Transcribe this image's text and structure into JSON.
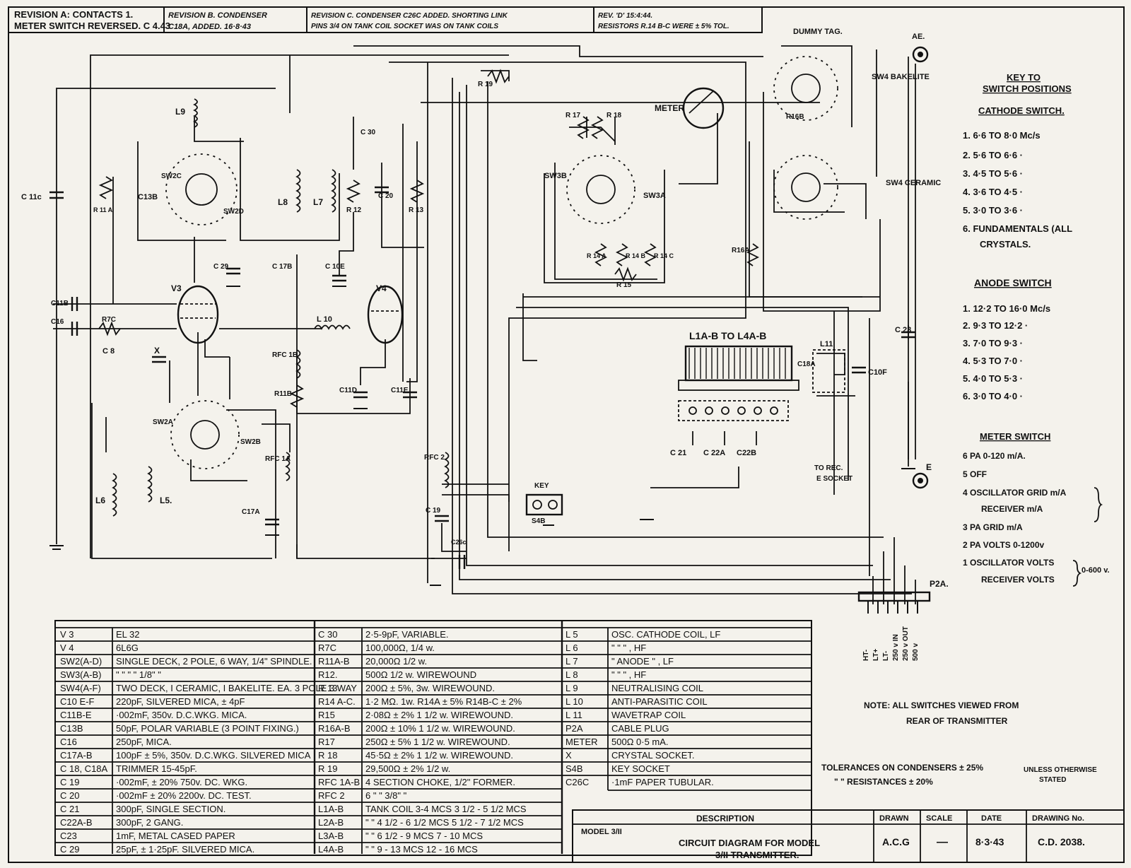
{
  "revisions": [
    {
      "lines": [
        "REVISION A: CONTACTS 1.",
        "METER SWITCH REVERSED. C 4.43"
      ]
    },
    {
      "lines": [
        "REVISION B. CONDENSER",
        "C18A, ADDED.   16·8·43"
      ]
    },
    {
      "lines": [
        "REVISION C. CONDENSER C26C ADDED. SHORTING LINK",
        "PINS 3/4 ON TANK COIL SOCKET WAS ON TANK COILS"
      ]
    },
    {
      "lines": [
        "REV. 'D'          15:4:44.",
        "RESISTORS R.14 B-C WERE ± 5% TOL."
      ]
    }
  ],
  "component_labels": {
    "dummy_tag": "DUMMY TAG.",
    "sw4_bakelite": "SW4 BAKELITE",
    "sw4_ceramic": "SW4 CERAMIC",
    "meter": "METER",
    "r16b": "R16B",
    "r16a": "R16A",
    "r17": "R 17",
    "r18": "R 18",
    "r19": "R 19",
    "r15": "R 15",
    "r14a": "R 14 A",
    "r14b": "R 14 B",
    "r14c": "R 14 C",
    "sw3b": "SW3B",
    "sw3a": "SW3A",
    "c30": "C 30",
    "c20": "C 20",
    "r12": "R 12",
    "r13": "R 13",
    "l9": "L9",
    "l8": "L8",
    "l7": "L7",
    "sw2c": "SW2C",
    "sw2d": "SW2D",
    "c13b": "C13B",
    "r11a": "R 11 A",
    "c11c": "C 11c",
    "c29": "C 29",
    "c17b": "C 17B",
    "c10e": "C 10E",
    "v3": "V3",
    "v4": "V4",
    "c11b": "C11B",
    "c16": "C16",
    "r7c": "R7C",
    "l10": "L 10",
    "c8": "C 8",
    "x": "X",
    "rfc1b": "RFC 1B",
    "r11b": "R11B",
    "c11d": "C11D",
    "c11e": "C11E",
    "sw2a": "SW2A",
    "sw2b": "SW2B",
    "rfc1a": "RFC 1A",
    "l6": "L6",
    "l5": "L5.",
    "c17a": "C17A",
    "rfc2": "RFC 2",
    "c19": "C 19",
    "c26c": "C26c",
    "key": "KEY",
    "s4b": "S4B",
    "tank_coils": "L1A-B TO L4A-B",
    "l11": "L11",
    "c18a": "C18A",
    "c10f": "C10F",
    "c21": "C 21",
    "c22a": "C 22A",
    "c22b": "C22B",
    "to_rec": "TO REC.",
    "e_socket": "E SOCKET",
    "c23": "C 23",
    "ae": "AE.",
    "e": "E",
    "p2a": "P2A.",
    "p2a_pins": [
      "HT-",
      "LT+",
      "LT-",
      "250 v IN",
      "250 v OUT",
      "500 v"
    ]
  },
  "key_to_switch": {
    "title": [
      "KEY TO",
      "SWITCH POSITIONS"
    ],
    "cathode_title": "CATHODE SWITCH.",
    "cathode": [
      "1. 6·6 TO 8·0 Mc/s",
      "2. 5·6 TO 6·6  ·",
      "3. 4·5 TO 5·6  ·",
      "4. 3·6 TO 4·5  ·",
      "5. 3·0 TO 3·6  ·",
      "6. FUNDAMENTALS (ALL",
      "CRYSTALS."
    ],
    "anode_title": "ANODE SWITCH",
    "anode": [
      "1. 12·2 TO 16·0 Mc/s",
      "2. 9·3 TO 12·2  ·",
      "3. 7·0 TO 9·3  ·",
      "4. 5·3 TO 7·0  ·",
      "5. 4·0 TO 5·3  ·",
      "6. 3·0 TO 4·0  ·"
    ],
    "meter_title": "METER SWITCH",
    "meter": [
      "6 PA 0-120 m/A.",
      "5 OFF",
      "4 OSCILLATOR GRID m/A",
      "RECEIVER m/A",
      "3 PA GRID m/A",
      "2 PA VOLTS 0-1200v",
      "1 OSCILLATOR VOLTS",
      "RECEIVER VOLTS"
    ],
    "meter_range": "0-600 v."
  },
  "notes": {
    "switches": [
      "NOTE: ALL SWITCHES VIEWED FROM",
      "REAR OF TRANSMITTER"
    ],
    "tolerance_condensers": "TOLERANCES ON CONDENSERS ± 25%",
    "tolerance_resistances": "\"   \" RESISTANCES ± 20%",
    "unless": [
      "UNLESS OTHERWISE",
      "STATED"
    ]
  },
  "parts_table": {
    "col1": [
      [
        "V 3",
        "EL 32"
      ],
      [
        "V 4",
        "6L6G"
      ],
      [
        "SW2(A-D)",
        "SINGLE DECK, 2 POLE, 6 WAY, 1/4\" SPINDLE."
      ],
      [
        "SW3(A-B)",
        "\"   \"   \"   \"   1/8\"  \""
      ],
      [
        "SW4(A-F)",
        "TWO DECK, I CERAMIC, I BAKELITE. EA. 3 POLE 3 WAY"
      ],
      [
        "C10 E-F",
        "220pF, SILVERED MICA, ± 4pF"
      ],
      [
        "C11B-E",
        "·002mF, 350v. D.C.WKG. MICA."
      ],
      [
        "C13B",
        "50pF, POLAR VARIABLE (3 POINT FIXING.)"
      ],
      [
        "C16",
        "250pF, MICA."
      ],
      [
        "C17A-B",
        "100pF ± 5%, 350v. D.C.WKG. SILVERED MICA"
      ],
      [
        "C 18, C18A",
        "TRIMMER 15-45pF."
      ],
      [
        "C 19",
        "·002mF, ± 20% 750v. DC. WKG."
      ],
      [
        "C 20",
        "·002mF ± 20% 2200v. DC. TEST."
      ],
      [
        "C 21",
        "300pF, SINGLE SECTION."
      ],
      [
        "C22A-B",
        "300pF, 2 GANG."
      ],
      [
        "C23",
        "1mF, METAL CASED PAPER"
      ],
      [
        "C 29",
        "25pF, ± 1·25pF. SILVERED MICA."
      ]
    ],
    "col2": [
      [
        "C 30",
        "2·5-9pF, VARIABLE."
      ],
      [
        "R7C",
        "100,000Ω, 1/4 w."
      ],
      [
        "R11A-B",
        "20,000Ω  1/2 w."
      ],
      [
        "R12.",
        "500Ω 1/2 w. WIREWOUND"
      ],
      [
        "R 13",
        "200Ω ± 5%, 3w. WIREWOUND."
      ],
      [
        "R14 A-C.",
        "1·2 MΩ. 1w. R14A ± 5% R14B-C ± 2%"
      ],
      [
        "R15",
        "2·08Ω ± 2% 1 1/2 w. WIREWOUND."
      ],
      [
        "R16A-B",
        "200Ω ± 10% 1 1/2 w. WIREWOUND."
      ],
      [
        "R17",
        "250Ω ± 5% 1 1/2 w. WIREWOUND."
      ],
      [
        "R 18",
        "45·5Ω ± 2% 1 1/2 w. WIREWOUND."
      ],
      [
        "R 19",
        "29,500Ω ± 2% 1/2 w."
      ],
      [
        "RFC 1A-B",
        "4 SECTION CHOKE, 1/2\" FORMER."
      ],
      [
        "RFC 2",
        "6  \"  \"  3/8\"  \""
      ],
      [
        "L1A-B",
        "TANK COIL 3-4 MCS  3 1/2 - 5 1/2 MCS"
      ],
      [
        "L2A-B",
        "\"  \"  4 1/2 - 6 1/2 MCS  5 1/2 - 7 1/2 MCS"
      ],
      [
        "L3A-B",
        "\"  \"  6 1/2 - 9 MCS  7 - 10 MCS"
      ],
      [
        "L4A-B",
        "\"  \"  9 - 13 MCS  12 - 16 MCS"
      ]
    ],
    "col3": [
      [
        "L 5",
        "OSC. CATHODE COIL, LF"
      ],
      [
        "L 6",
        "\"   \"   \" , HF"
      ],
      [
        "L 7",
        "\"  ANODE  \" , LF"
      ],
      [
        "L 8",
        "\"   \"   \" , HF"
      ],
      [
        "L 9",
        "NEUTRALISING COIL"
      ],
      [
        "L 10",
        "ANTI-PARASITIC COIL"
      ],
      [
        "L 11",
        "WAVETRAP COIL"
      ],
      [
        "P2A",
        "CABLE PLUG"
      ],
      [
        "METER",
        "500Ω 0·5 mA."
      ],
      [
        "X",
        "CRYSTAL SOCKET."
      ],
      [
        "S4B",
        "KEY SOCKET"
      ],
      [
        "C26C",
        "·1mF PAPER TUBULAR."
      ]
    ]
  },
  "title_block": {
    "description_header": "DESCRIPTION",
    "model": "MODEL 3/II",
    "description": [
      "CIRCUIT DIAGRAM FOR MODEL",
      "3/II TRANSMITTER."
    ],
    "drawn_header": "DRAWN",
    "drawn": "A.C.G",
    "scale_header": "SCALE",
    "scale": "—",
    "date_header": "DATE",
    "date": "8·3·43",
    "drawing_no_header": "DRAWING No.",
    "drawing_no": "C.D. 2038."
  }
}
